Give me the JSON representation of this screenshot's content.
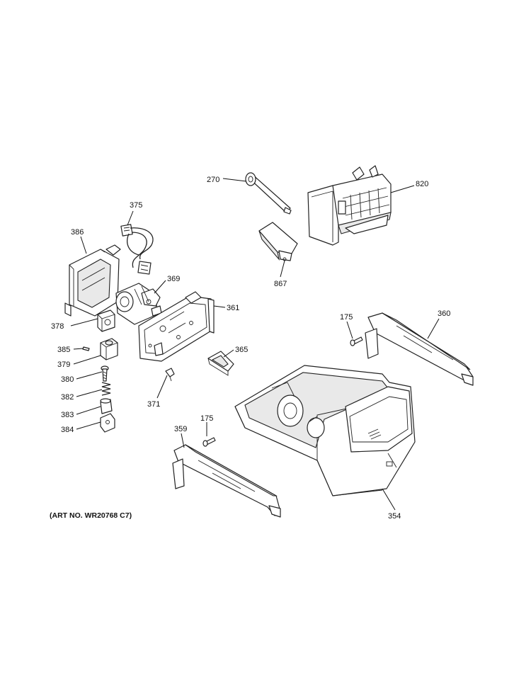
{
  "callouts": {
    "p270": "270",
    "p820": "820",
    "p375": "375",
    "p386": "386",
    "p867": "867",
    "p369": "369",
    "p361": "361",
    "p378": "378",
    "p175_upper": "175",
    "p360": "360",
    "p385": "385",
    "p365": "365",
    "p379": "379",
    "p380": "380",
    "p382": "382",
    "p371": "371",
    "p383": "383",
    "p175_lower": "175",
    "p384": "384",
    "p359": "359",
    "p354": "354"
  },
  "art_number": "(ART NO. WR20768 C7)"
}
